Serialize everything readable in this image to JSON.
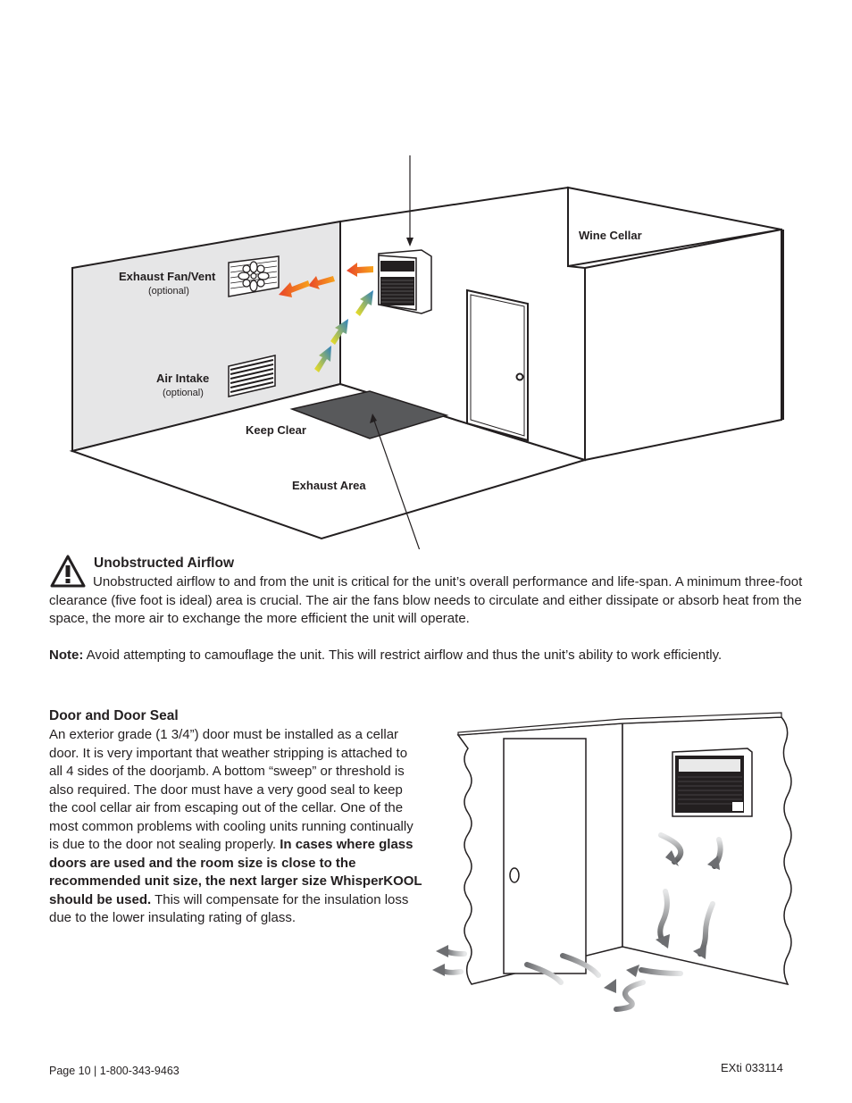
{
  "diagram1": {
    "labels": {
      "wine_cellar": "Wine Cellar",
      "exhaust_fan": "Exhaust Fan/Vent",
      "exhaust_fan_sub": "(optional)",
      "air_intake": "Air Intake",
      "air_intake_sub": "(optional)",
      "keep_clear": "Keep Clear",
      "exhaust_area": "Exhaust Area"
    }
  },
  "airflow_section": {
    "heading": "Unobstructed Airflow",
    "body": "Unobstructed airflow to and from the unit is critical for the unit’s overall performance and life-span. A minimum three-foot clearance (five foot is ideal) area is crucial. The air the fans blow needs to circulate and either dissipate or absorb heat from the space, the more air to exchange the more efficient the unit will operate.",
    "note_label": "Note:",
    "note_text": " Avoid attempting to camouflage the unit. This will restrict airflow and thus the unit’s ability to work efficiently."
  },
  "door_section": {
    "heading": "Door and Door Seal",
    "body_start": "An exterior grade (1 3/4”) door must be installed as a cellar door. It is very important that weather stripping is attached to all 4 sides of the doorjamb. A bottom “sweep” or threshold is also required. The door must have a very good seal to keep the cool cellar air from escaping out of the cellar. One of the most common problems with cooling units running continually is due to the door not sealing properly. ",
    "body_bold": "In cases where glass doors are used and the room size is close to the recommended unit size, the next larger size WhisperKOOL should be used.",
    "body_end": " This will compensate for the insulation loss due to the lower insulating rating of glass."
  },
  "footer": {
    "page": "Page 10 | 1-800-343-9463",
    "code": "EXti 033114"
  },
  "colors": {
    "hot": "#e8432a",
    "warm": "#f7a21b",
    "cool": "#2a7fc0",
    "wall_shade": "#e6e6e7",
    "keep_clear": "#58595b"
  }
}
